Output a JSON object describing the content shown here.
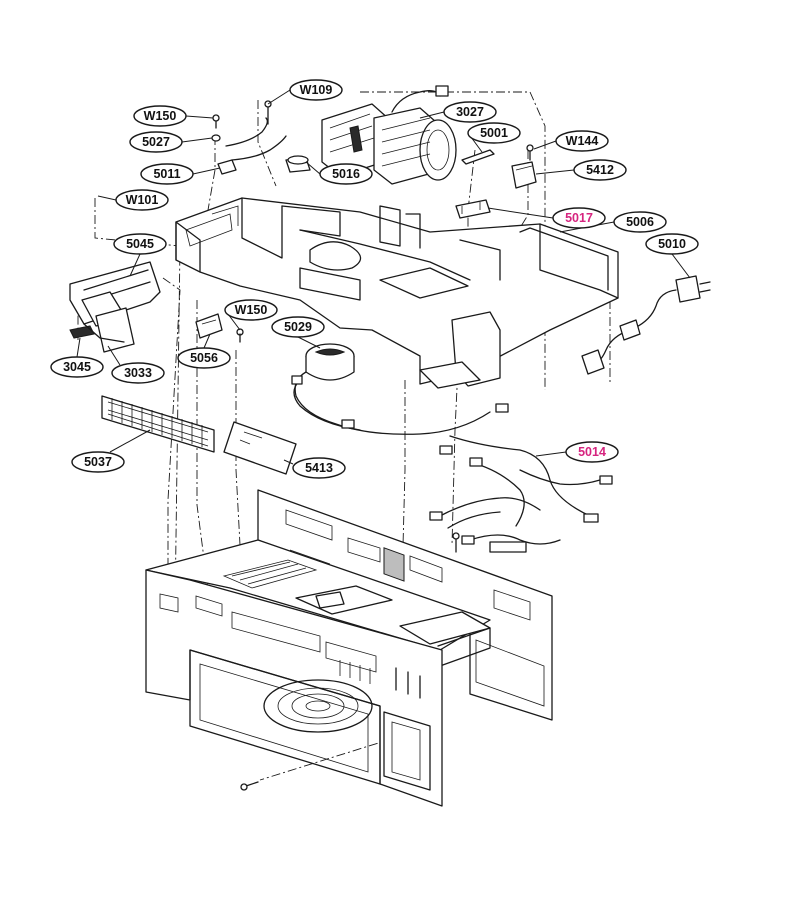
{
  "colors": {
    "ink": "#1a1a1a",
    "highlight": "#d6247f",
    "background": "#ffffff"
  },
  "callouts": [
    {
      "label": "W109",
      "highlighted": false
    },
    {
      "label": "W150",
      "highlighted": false
    },
    {
      "label": "3027",
      "highlighted": false
    },
    {
      "label": "5027",
      "highlighted": false
    },
    {
      "label": "5001",
      "highlighted": false
    },
    {
      "label": "W144",
      "highlighted": false
    },
    {
      "label": "5011",
      "highlighted": false
    },
    {
      "label": "5016",
      "highlighted": false
    },
    {
      "label": "5412",
      "highlighted": false
    },
    {
      "label": "W101",
      "highlighted": false
    },
    {
      "label": "5017",
      "highlighted": true
    },
    {
      "label": "5006",
      "highlighted": false
    },
    {
      "label": "5045",
      "highlighted": false
    },
    {
      "label": "5010",
      "highlighted": false
    },
    {
      "label": "W150",
      "highlighted": false
    },
    {
      "label": "5029",
      "highlighted": false
    },
    {
      "label": "5056",
      "highlighted": false
    },
    {
      "label": "3045",
      "highlighted": false
    },
    {
      "label": "3033",
      "highlighted": false
    },
    {
      "label": "5014",
      "highlighted": true
    },
    {
      "label": "5037",
      "highlighted": false
    },
    {
      "label": "5413",
      "highlighted": false
    }
  ]
}
